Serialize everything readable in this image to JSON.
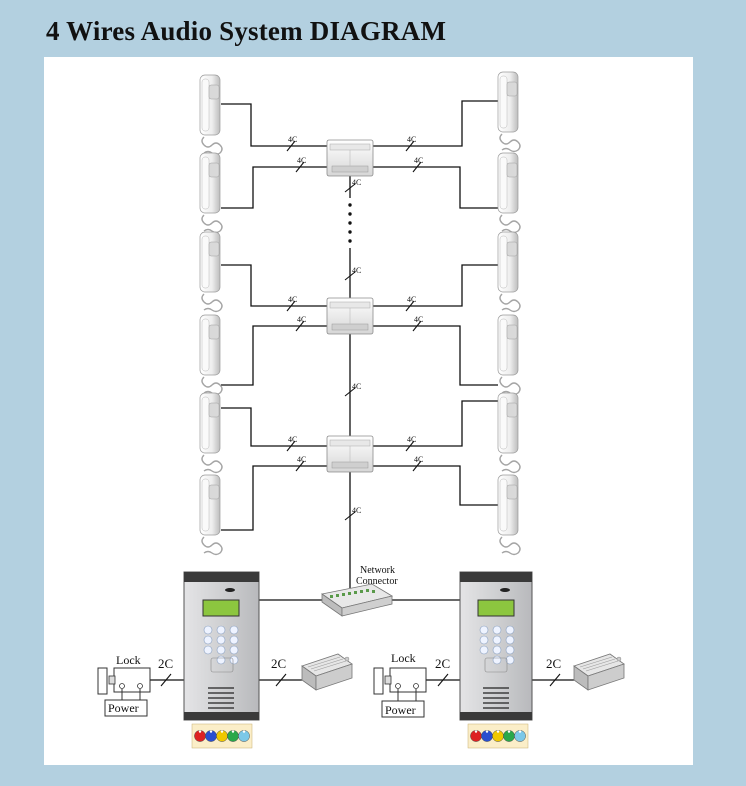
{
  "title": "4 Wires Audio System DIAGRAM",
  "labels": {
    "wire_4c": "4C",
    "wire_2c": "2C",
    "network_connector_line1": "Network",
    "network_connector_line2": "Connector",
    "lock": "Lock",
    "power": "Power"
  },
  "colors": {
    "background": "#b3d0e0",
    "canvas": "#ffffff",
    "wire": "#111111",
    "panel_face": "#d0d0d2",
    "lcd": "#8cc63f"
  },
  "rfid_tag_colors": [
    "#d22",
    "#2a4fd0",
    "#f0c800",
    "#2aa84a",
    "#7cc8e8"
  ]
}
